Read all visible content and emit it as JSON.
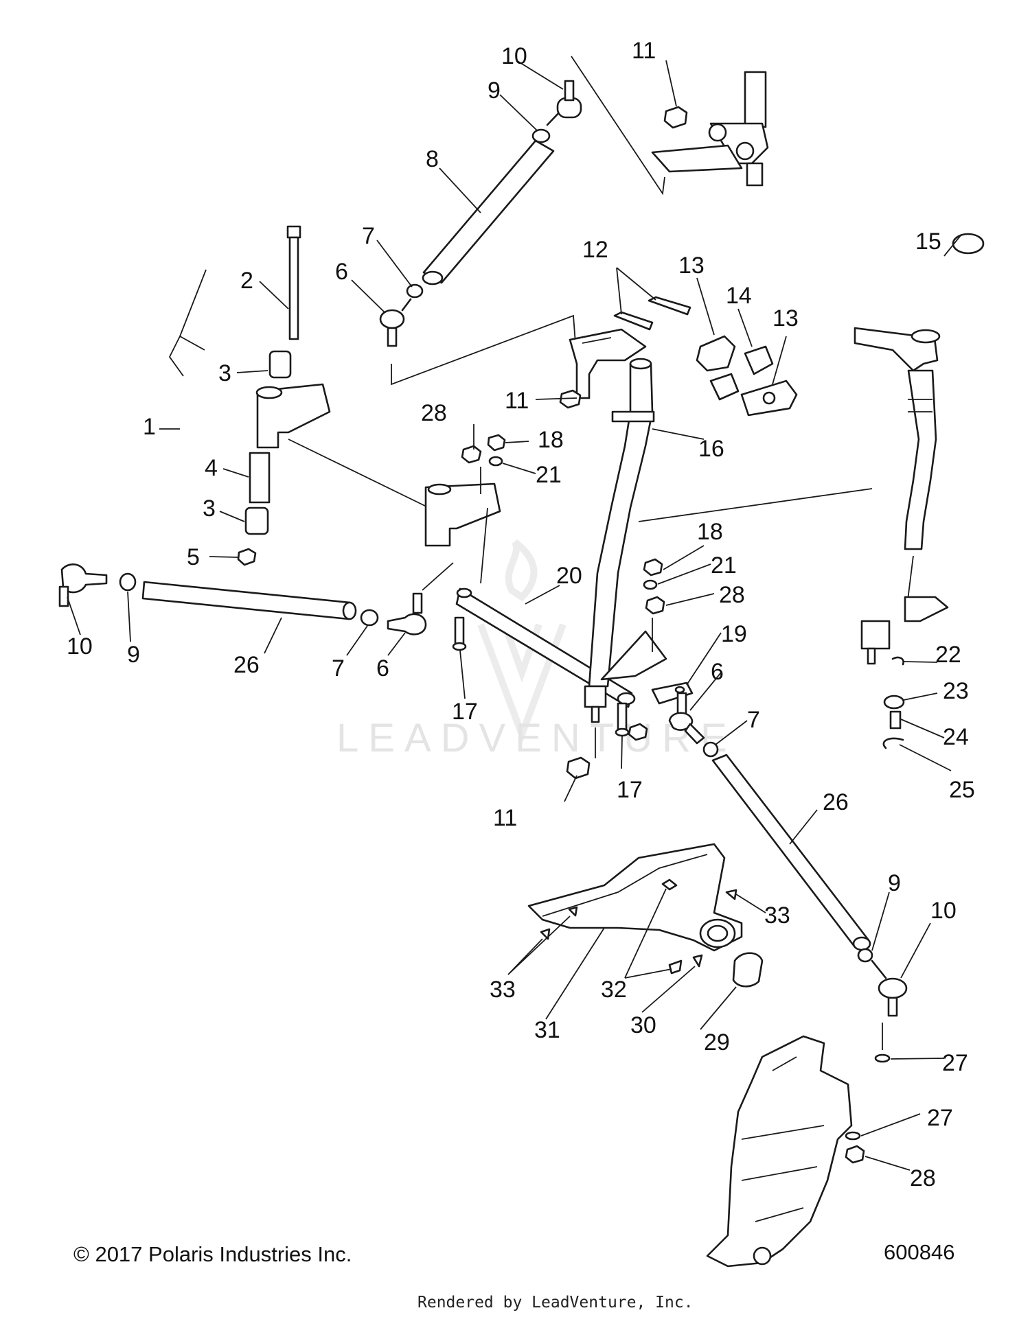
{
  "watermark": {
    "text": "LEADVENTURE"
  },
  "footer": {
    "copyright": "© 2017 Polaris Industries Inc.",
    "drawing_number": "600846",
    "rendered_by": "Rendered by LeadVenture, Inc."
  },
  "callouts": [
    {
      "id": "c1",
      "text": "1"
    },
    {
      "id": "c2",
      "text": "2"
    },
    {
      "id": "c3a",
      "text": "3"
    },
    {
      "id": "c3b",
      "text": "3"
    },
    {
      "id": "c4",
      "text": "4"
    },
    {
      "id": "c5",
      "text": "5"
    },
    {
      "id": "c6a",
      "text": "6"
    },
    {
      "id": "c6b",
      "text": "6"
    },
    {
      "id": "c6c",
      "text": "6"
    },
    {
      "id": "c7a",
      "text": "7"
    },
    {
      "id": "c7b",
      "text": "7"
    },
    {
      "id": "c7c",
      "text": "7"
    },
    {
      "id": "c8",
      "text": "8"
    },
    {
      "id": "c9a",
      "text": "9"
    },
    {
      "id": "c9b",
      "text": "9"
    },
    {
      "id": "c9c",
      "text": "9"
    },
    {
      "id": "c10a",
      "text": "10"
    },
    {
      "id": "c10b",
      "text": "10"
    },
    {
      "id": "c10c",
      "text": "10"
    },
    {
      "id": "c11a",
      "text": "11"
    },
    {
      "id": "c11b",
      "text": "11"
    },
    {
      "id": "c11c",
      "text": "11"
    },
    {
      "id": "c12",
      "text": "12"
    },
    {
      "id": "c13a",
      "text": "13"
    },
    {
      "id": "c13b",
      "text": "13"
    },
    {
      "id": "c14",
      "text": "14"
    },
    {
      "id": "c15",
      "text": "15"
    },
    {
      "id": "c16",
      "text": "16"
    },
    {
      "id": "c17a",
      "text": "17"
    },
    {
      "id": "c17b",
      "text": "17"
    },
    {
      "id": "c18a",
      "text": "18"
    },
    {
      "id": "c18b",
      "text": "18"
    },
    {
      "id": "c19",
      "text": "19"
    },
    {
      "id": "c20",
      "text": "20"
    },
    {
      "id": "c21a",
      "text": "21"
    },
    {
      "id": "c21b",
      "text": "21"
    },
    {
      "id": "c22",
      "text": "22"
    },
    {
      "id": "c23",
      "text": "23"
    },
    {
      "id": "c24",
      "text": "24"
    },
    {
      "id": "c25",
      "text": "25"
    },
    {
      "id": "c26a",
      "text": "26"
    },
    {
      "id": "c26b",
      "text": "26"
    },
    {
      "id": "c27a",
      "text": "27"
    },
    {
      "id": "c27b",
      "text": "27"
    },
    {
      "id": "c28a",
      "text": "28"
    },
    {
      "id": "c28b",
      "text": "28"
    },
    {
      "id": "c28c",
      "text": "28"
    },
    {
      "id": "c29",
      "text": "29"
    },
    {
      "id": "c30",
      "text": "30"
    },
    {
      "id": "c31",
      "text": "31"
    },
    {
      "id": "c32",
      "text": "32"
    },
    {
      "id": "c33a",
      "text": "33"
    },
    {
      "id": "c33b",
      "text": "33"
    }
  ]
}
